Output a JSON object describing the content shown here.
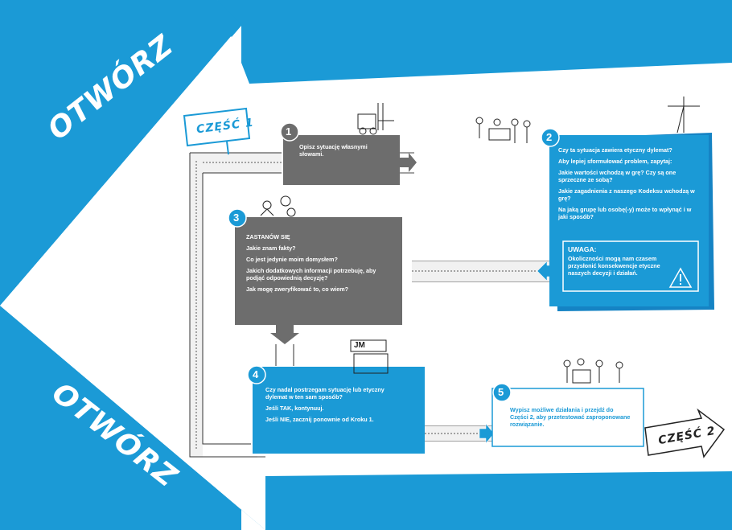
{
  "banners": {
    "otworz_top": "OTWÓRZ",
    "otworz_bottom": "OTWÓRZ",
    "part1": "CZĘŚĆ 1",
    "part2": "CZĘŚĆ 2"
  },
  "steps": [
    {
      "number": "1",
      "lines": [
        "Opisz sytuację własnymi słowami."
      ]
    },
    {
      "number": "2",
      "lines": [
        "Czy ta sytuacja zawiera etyczny dylemat?",
        "Aby lepiej sformułować problem, zapytaj:",
        "Jakie wartości wchodzą w grę? Czy są one sprzeczne ze sobą?",
        "Jakie zagadnienia z naszego Kodeksu wchodzą w grę?",
        "Na jaką grupę lub osobę(-y) może to wpłynąć i w jaki sposób?"
      ],
      "warning_title": "UWAGA:",
      "warning_text": "Okoliczności mogą nam czasem przysłonić konsekwencje etyczne naszych decyzji i działań."
    },
    {
      "number": "3",
      "lines": [
        "ZASTANÓW SIĘ",
        "Jakie znam fakty?",
        "Co jest jedynie moim domysłem?",
        "Jakich dodatkowych informacji potrzebuję, aby podjąć odpowiednią decyzję?",
        "Jak mogę zweryfikować to, co wiem?"
      ]
    },
    {
      "number": "4",
      "lines": [
        "Czy nadal postrzegam sytuację lub etyczny dylemat w ten sam sposób?",
        "Jeśli TAK, kontynuuj.",
        "Jeśli NIE, zacznij ponownie od Kroku 1."
      ]
    },
    {
      "number": "5",
      "lines": [
        "Wypisz możliwe działania i przejdź do Części 2, aby przetestować zaproponowane rozwiązanie."
      ]
    }
  ],
  "illustration_labels": {
    "sign": "JM"
  },
  "colors": {
    "blue": "#1b9ad6",
    "dark_blue": "#1583c4",
    "grey": "#6d6d6d",
    "white": "#ffffff"
  },
  "icons": [
    "warning-icon",
    "forklift-icon",
    "crane-icon",
    "people-meeting-icon",
    "thinking-person-icon",
    "gears-icon"
  ]
}
